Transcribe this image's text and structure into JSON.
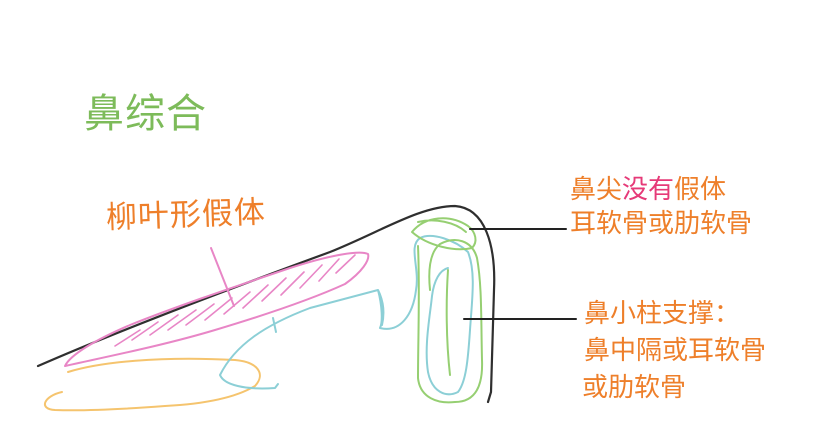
{
  "title": "鼻综合",
  "labels": {
    "implant": "柳叶形假体",
    "tip_prefix": "鼻尖",
    "tip_emphasis": "没有",
    "tip_suffix": "假体",
    "tip_line2": "耳软骨或肋软骨",
    "strut_line1": "鼻小柱支撑：",
    "strut_line2": "鼻中隔或耳软骨",
    "strut_line3": "或肋软骨"
  },
  "colors": {
    "title": "#7dbb5a",
    "label": "#ee7f2a",
    "emphasis": "#e63a78",
    "nose_outline": "#2f2f2f",
    "implant": "#e886c6",
    "septum": "#8ccfd6",
    "cartilage": "#96cf72",
    "lower": "#f5c46e",
    "leader": "#222222"
  }
}
